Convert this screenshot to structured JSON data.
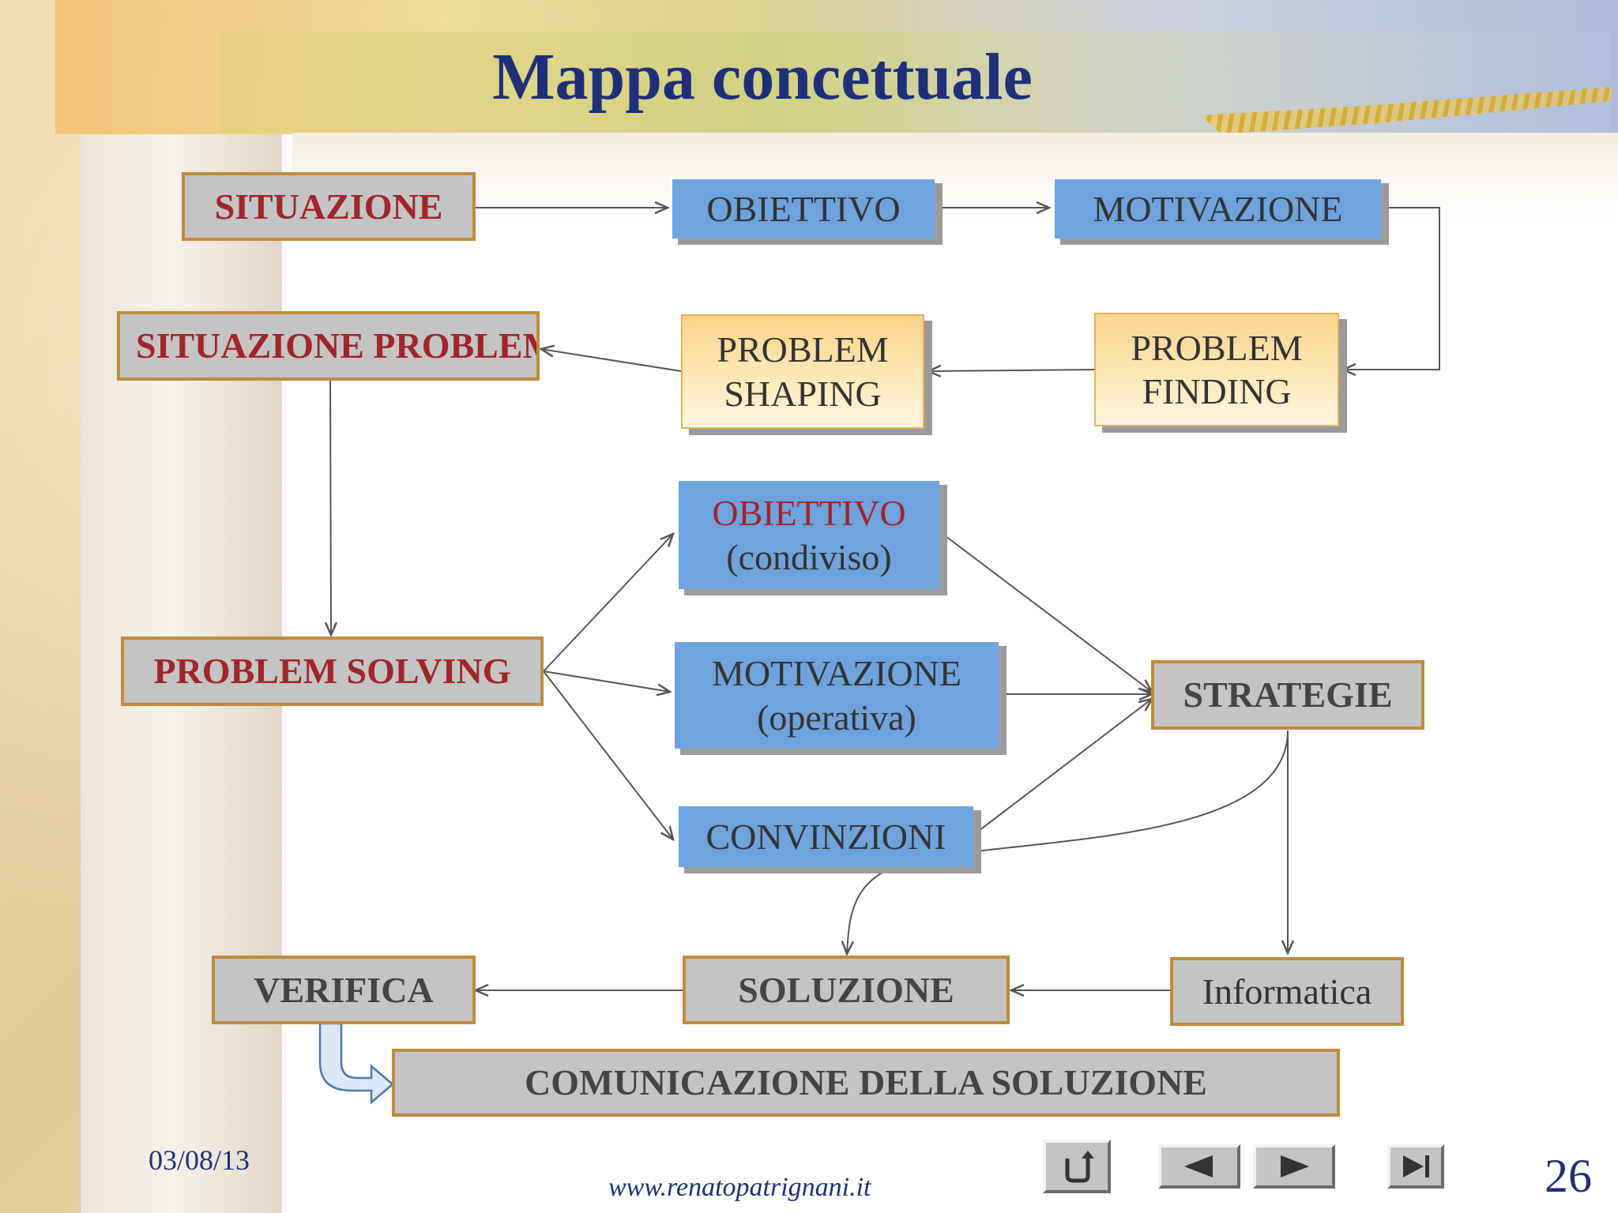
{
  "title": "Mappa concettuale",
  "nodes": {
    "situazione": "SITUAZIONE",
    "obiettivo_top": "OBIETTIVO",
    "motivazione_top": "MOTIVAZIONE",
    "situazione_problematica": "SITUAZIONE PROBLEMATIC",
    "problem_shaping": [
      "PROBLEM",
      "SHAPING"
    ],
    "problem_finding": [
      "PROBLEM",
      "FINDING"
    ],
    "obiettivo_condiviso": [
      "OBIETTIVO",
      "(condiviso)"
    ],
    "problem_solving": "PROBLEM SOLVING",
    "motivazione_operativa": [
      "MOTIVAZIONE",
      "(operativa)"
    ],
    "strategie": "STRATEGIE",
    "convinzioni": "CONVINZIONI",
    "verifica": "VERIFICA",
    "soluzione": "SOLUZIONE",
    "informatica": "Informatica",
    "comunicazione": "COMUNICAZIONE DELLA SOLUZIONE"
  },
  "footer": {
    "date": "03/08/13",
    "url": "www.renatopatrignani.it",
    "slide_number": "26"
  },
  "nav_icons": [
    "return-icon",
    "previous-icon",
    "next-icon",
    "last-slide-icon"
  ],
  "colors": {
    "title": "#1f2f7a",
    "gray_box": "#c4c4c4",
    "box_border": "#c08b3c",
    "blue_box": "#6fa3dd",
    "red_text": "#a0252a"
  }
}
